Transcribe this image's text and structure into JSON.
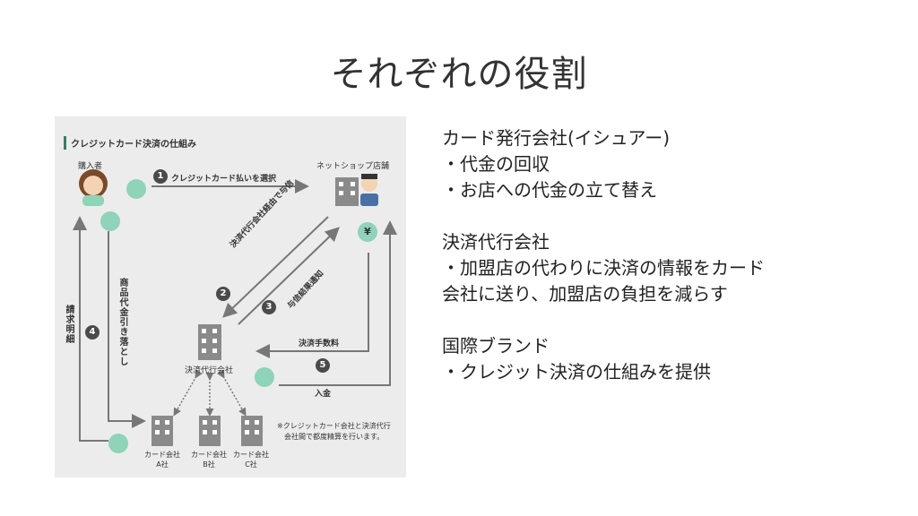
{
  "slide": {
    "title": "それぞれの役割"
  },
  "diagram": {
    "heading": "クレジットカード決済の仕組み",
    "buyer": "購入者",
    "shop": "ネットショップ店舗",
    "step1": "1",
    "step1_label": "クレジットカード払いを選択",
    "step2": "2",
    "step2_label": "決済代行会社経由で与信",
    "step3": "3",
    "step3_label": "与信結果通知",
    "step4": "4",
    "step4_label": "請求明細",
    "product_fee": "商品代金引き落とし",
    "step5": "5",
    "fee_label": "決済手数料",
    "deposit_label": "入金",
    "agency": "決済代行会社",
    "card_a": [
      "カード会社",
      "A社"
    ],
    "card_b": [
      "カード会社",
      "B社"
    ],
    "card_c": [
      "カード会社",
      "C社"
    ],
    "note": [
      "※クレジットカード会社と決済代行",
      "会社間で都度精算を行います。"
    ],
    "yen_symbol": "¥",
    "colors": {
      "accent": "#8fd3b8",
      "arrow": "#777777",
      "bg": "#ececec",
      "heading_bar": "#3a7d5f"
    }
  },
  "roles": {
    "lines": [
      "カード発行会社(イシュアー)",
      "・代金の回収",
      "・お店への代金の立て替え",
      "",
      "決済代行会社",
      "・加盟店の代わりに決済の情報をカード",
      "会社に送り、加盟店の負担を減らす",
      "",
      "国際ブランド",
      "・クレジット決済の仕組みを提供"
    ]
  }
}
